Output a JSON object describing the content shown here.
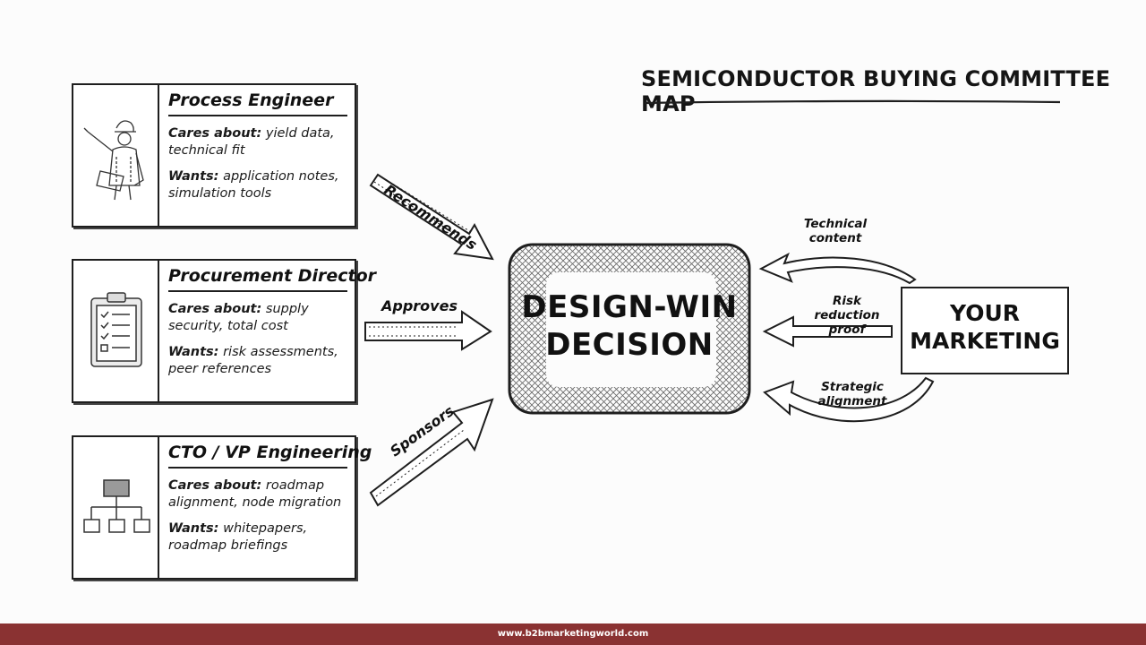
{
  "title": "SEMICONDUCTOR BUYING COMMITTEE MAP",
  "roles": [
    {
      "name": "Process Engineer",
      "cares_label": "Cares about:",
      "cares_text": "yield data, technical fit",
      "wants_label": "Wants:",
      "wants_text": "application notes, simulation tools",
      "icon": "engineer-icon",
      "action": "Recommends"
    },
    {
      "name": "Procurement Director",
      "cares_label": "Cares about:",
      "cares_text": "supply security, total cost",
      "wants_label": "Wants:",
      "wants_text": "risk assessments, peer references",
      "icon": "clipboard-checklist-icon",
      "action": "Approves"
    },
    {
      "name": "CTO / VP Engineering",
      "cares_label": "Cares about:",
      "cares_text": "roadmap alignment, node migration",
      "wants_label": "Wants:",
      "wants_text": "whitepapers, roadmap briefings",
      "icon": "org-chart-icon",
      "action": "Sponsors"
    }
  ],
  "decision": {
    "line1": "DESIGN-WIN",
    "line2": "DECISION"
  },
  "marketing": {
    "line1": "YOUR",
    "line2": "MARKETING",
    "flows": [
      "Technical content",
      "Risk reduction proof",
      "Strategic alignment"
    ]
  },
  "footer": "www.b2bmarketingworld.com"
}
